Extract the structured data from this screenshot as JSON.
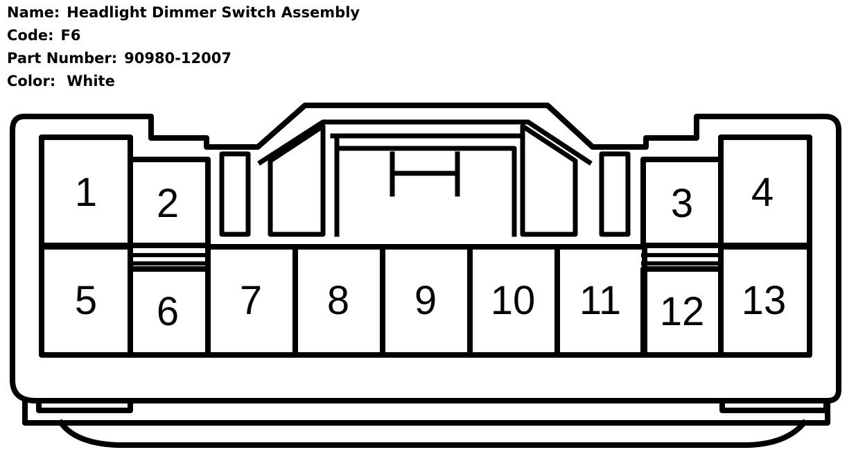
{
  "info": {
    "name_label": "Name:",
    "name_value": "Headlight Dimmer Switch Assembly",
    "code_label": "Code:",
    "code_value": "F6",
    "part_label": "Part Number:",
    "part_value": "90980-12007",
    "color_label": "Color:",
    "color_value": "White"
  },
  "pins": [
    "1",
    "2",
    "3",
    "4",
    "5",
    "6",
    "7",
    "8",
    "9",
    "10",
    "11",
    "12",
    "13"
  ],
  "colors": {
    "line": "#000000",
    "background": "#ffffff"
  }
}
